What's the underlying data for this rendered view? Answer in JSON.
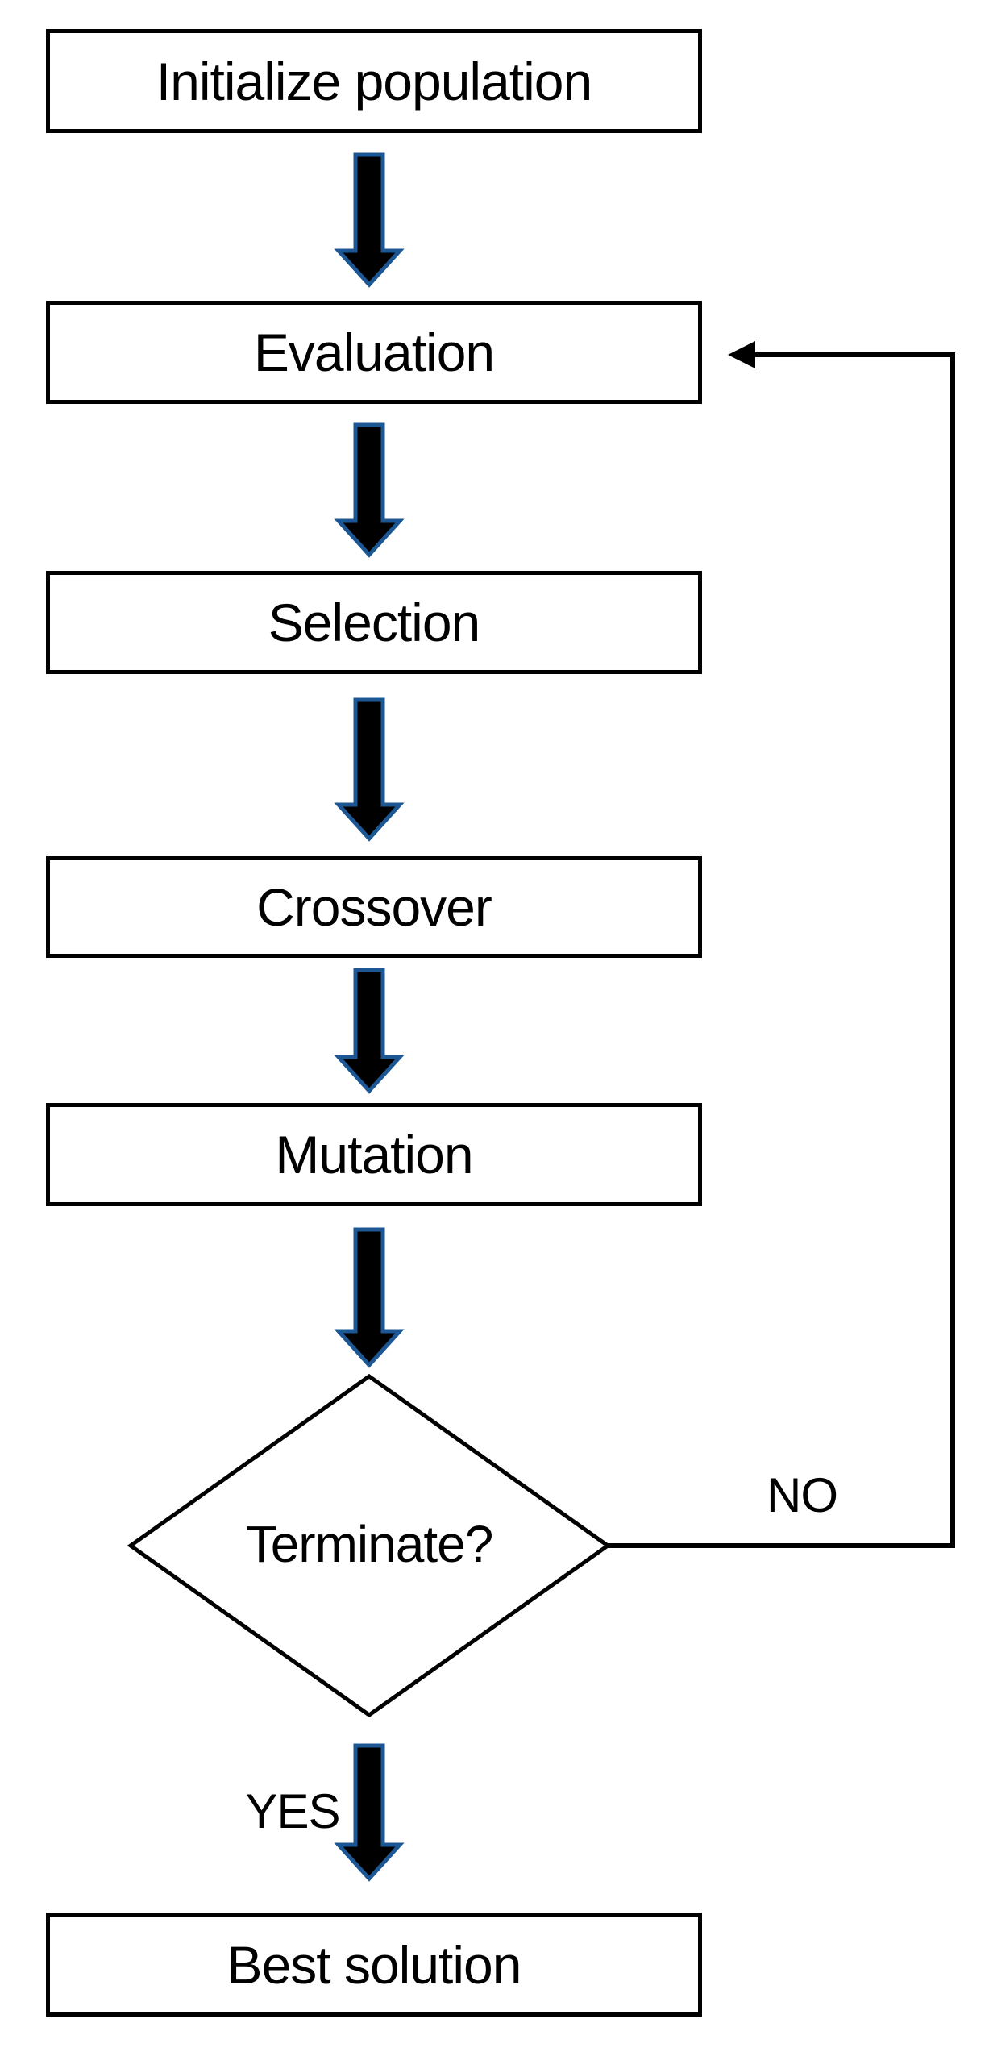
{
  "diagram_type": "flowchart",
  "nodes": {
    "initialize": {
      "label": "Initialize population",
      "shape": "rectangle"
    },
    "evaluation": {
      "label": "Evaluation",
      "shape": "rectangle"
    },
    "selection": {
      "label": "Selection",
      "shape": "rectangle"
    },
    "crossover": {
      "label": "Crossover",
      "shape": "rectangle"
    },
    "mutation": {
      "label": "Mutation",
      "shape": "rectangle"
    },
    "terminate": {
      "label": "Terminate?",
      "shape": "diamond"
    },
    "best_solution": {
      "label": "Best solution",
      "shape": "rectangle"
    }
  },
  "branch_labels": {
    "no": "NO",
    "yes": "YES"
  },
  "edges": [
    {
      "from": "initialize",
      "to": "evaluation",
      "type": "block-arrow"
    },
    {
      "from": "evaluation",
      "to": "selection",
      "type": "block-arrow"
    },
    {
      "from": "selection",
      "to": "crossover",
      "type": "block-arrow"
    },
    {
      "from": "crossover",
      "to": "mutation",
      "type": "block-arrow"
    },
    {
      "from": "mutation",
      "to": "terminate",
      "type": "block-arrow"
    },
    {
      "from": "terminate",
      "to": "best_solution",
      "type": "block-arrow",
      "label": "YES"
    },
    {
      "from": "terminate",
      "to": "evaluation",
      "type": "thin-line-arrow",
      "label": "NO"
    }
  ],
  "icons": {
    "block_arrow": "down-block-arrow-icon",
    "feedback_arrowhead": "left-arrowhead-icon"
  },
  "colors": {
    "arrow_fill": "#000000",
    "arrow_outline": "#1C5793",
    "line": "#000000",
    "shape_border": "#000000",
    "shape_fill": "#ffffff",
    "text": "#000000",
    "background": "#ffffff"
  }
}
